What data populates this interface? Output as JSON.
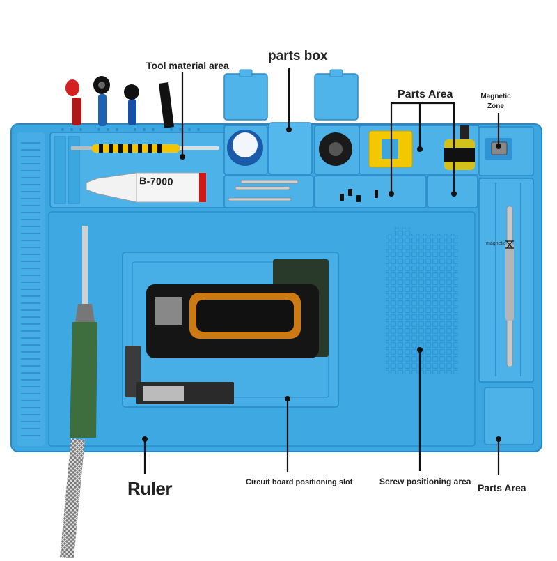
{
  "labels": {
    "tool_material_area": "Tool material area",
    "parts_box": "parts box",
    "parts_area_top": "Parts Area",
    "magnetic_zone": "Magnetic Zone",
    "magnetic_small": "magnetic",
    "ruler": "Ruler",
    "circuit_board_slot": "Circuit board positioning slot",
    "screw_area": "Screw positioning area",
    "parts_area_bottom": "Parts Area"
  },
  "product_text": {
    "glue_tube": "B-7000"
  },
  "colors": {
    "mat": "#3ba6e0",
    "mat_light": "#55b8ec",
    "mat_dark": "#2c8ccc",
    "line": "#111111"
  }
}
